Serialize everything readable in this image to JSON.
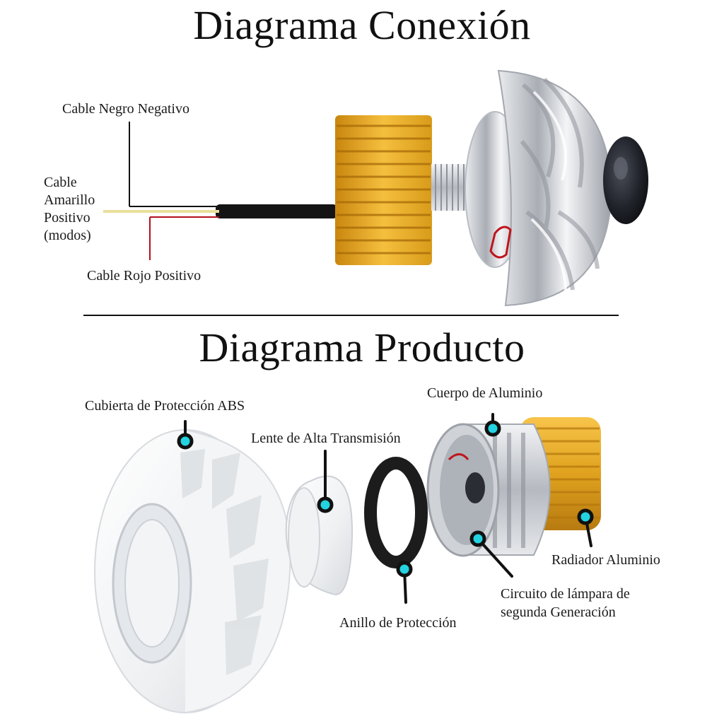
{
  "connection": {
    "title": "Diagrama Conexión",
    "labels": {
      "black_wire": "Cable Negro Negativo",
      "yellow_wire": "Cable Amarillo Positivo (modos)",
      "red_wire": "Cable Rojo Positivo"
    }
  },
  "product": {
    "title": "Diagrama Producto",
    "labels": {
      "abs_cover": "Cubierta de Protección ABS",
      "lens": "Lente de Alta Transmisión",
      "ring": "Anillo de Protección",
      "aluminum_body": "Cuerpo de Aluminio",
      "radiator": "Radiador Aluminio",
      "circuit_line1": "Circuito de lámpara de",
      "circuit_line2": "segunda Generación"
    }
  },
  "colors": {
    "gold": "#e0a21e",
    "chrome": "#c9ccd2",
    "callout_dot": "#23d3e0",
    "black": "#111111",
    "yellow_wire": "#e9df9a",
    "red_wire": "#b3121a"
  }
}
